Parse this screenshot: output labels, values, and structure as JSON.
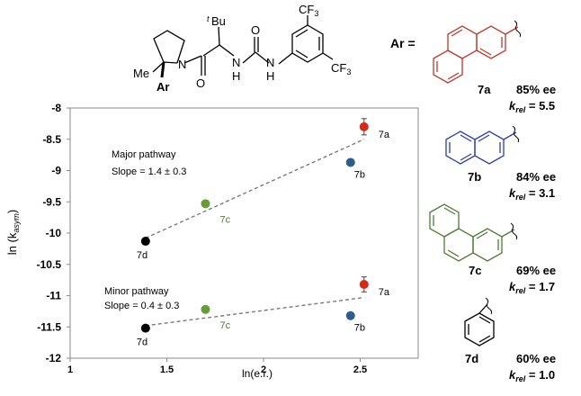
{
  "chart_data": {
    "type": "scatter",
    "title": "",
    "xlabel": "ln(e.r.)",
    "ylabel": "ln (k",
    "ylabel_sub": "asym",
    "ylabel_close": ")",
    "xlim": [
      1,
      2.8
    ],
    "ylim": [
      -12,
      -8
    ],
    "xticks": [
      "1",
      "1.5",
      "2",
      "2.5"
    ],
    "xtick_values": [
      1,
      1.5,
      2,
      2.5
    ],
    "yticks": [
      "-8",
      "-8.5",
      "-9",
      "-9.5",
      "-10",
      "-10.5",
      "-11",
      "-11.5",
      "-12"
    ],
    "ytick_values": [
      -8,
      -8.5,
      -9,
      -9.5,
      -10,
      -10.5,
      -11,
      -11.5,
      -12
    ],
    "grid": false,
    "groups": [
      {
        "annotation_line1": "Major pathway",
        "annotation_line2": "Slope = 1.4 ± 0.3",
        "trendline": {
          "x": [
            1.39,
            2.52
          ],
          "y": [
            -10.08,
            -8.5
          ]
        },
        "points": [
          {
            "label": "7a",
            "x": 2.52,
            "y": -8.3,
            "err": 0.13,
            "color": "#d42a18"
          },
          {
            "label": "7b",
            "x": 2.45,
            "y": -8.87,
            "color": "#2f5c8a"
          },
          {
            "label": "7c",
            "x": 1.7,
            "y": -9.53,
            "color": "#6b9a3c"
          },
          {
            "label": "7d",
            "x": 1.39,
            "y": -10.13,
            "color": "#000000"
          }
        ]
      },
      {
        "annotation_line1": "Minor pathway",
        "annotation_line2": "Slope = 0.4 ± 0.3",
        "trendline": {
          "x": [
            1.39,
            2.52
          ],
          "y": [
            -11.48,
            -11.03
          ]
        },
        "points": [
          {
            "label": "7a",
            "x": 2.52,
            "y": -10.82,
            "err": 0.12,
            "color": "#d42a18"
          },
          {
            "label": "7b",
            "x": 2.45,
            "y": -11.32,
            "color": "#2f5c8a"
          },
          {
            "label": "7c",
            "x": 1.7,
            "y": -11.22,
            "color": "#6b9a3c"
          },
          {
            "label": "7d",
            "x": 1.39,
            "y": -11.52,
            "color": "#000000"
          }
        ]
      }
    ]
  },
  "catalyst": {
    "me": "Me",
    "ar": "Ar",
    "tbu_sup": "t",
    "tbu": "Bu",
    "o1": "O",
    "o2": "O",
    "n": "N",
    "nh1": "N",
    "h1": "H",
    "nh2": "N",
    "h2": "H",
    "cf3_top": "CF",
    "cf3_top_sub": "3",
    "cf3_right": "CF",
    "cf3_right_sub": "3"
  },
  "ar_equals": "Ar =",
  "substituents": [
    {
      "id": "7a",
      "ee": "85% ee",
      "k_prefix": "k",
      "k_sub": "rel",
      "k_value": " = 5.5",
      "color": "#c0392b"
    },
    {
      "id": "7b",
      "ee": "84% ee",
      "k_prefix": "k",
      "k_sub": "rel",
      "k_value": " = 3.1",
      "color": "#2c3ea8"
    },
    {
      "id": "7c",
      "ee": "69% ee",
      "k_prefix": "k",
      "k_sub": "rel",
      "k_value": " = 1.7",
      "color": "#4f7a35"
    },
    {
      "id": "7d",
      "ee": "60% ee",
      "k_prefix": "k",
      "k_sub": "rel",
      "k_value": " = 1.0",
      "color": "#000000"
    }
  ],
  "colors": {
    "axis": "#8a8a8a",
    "trendline": "#7a7a7a",
    "green_label": "#4f7a35"
  }
}
